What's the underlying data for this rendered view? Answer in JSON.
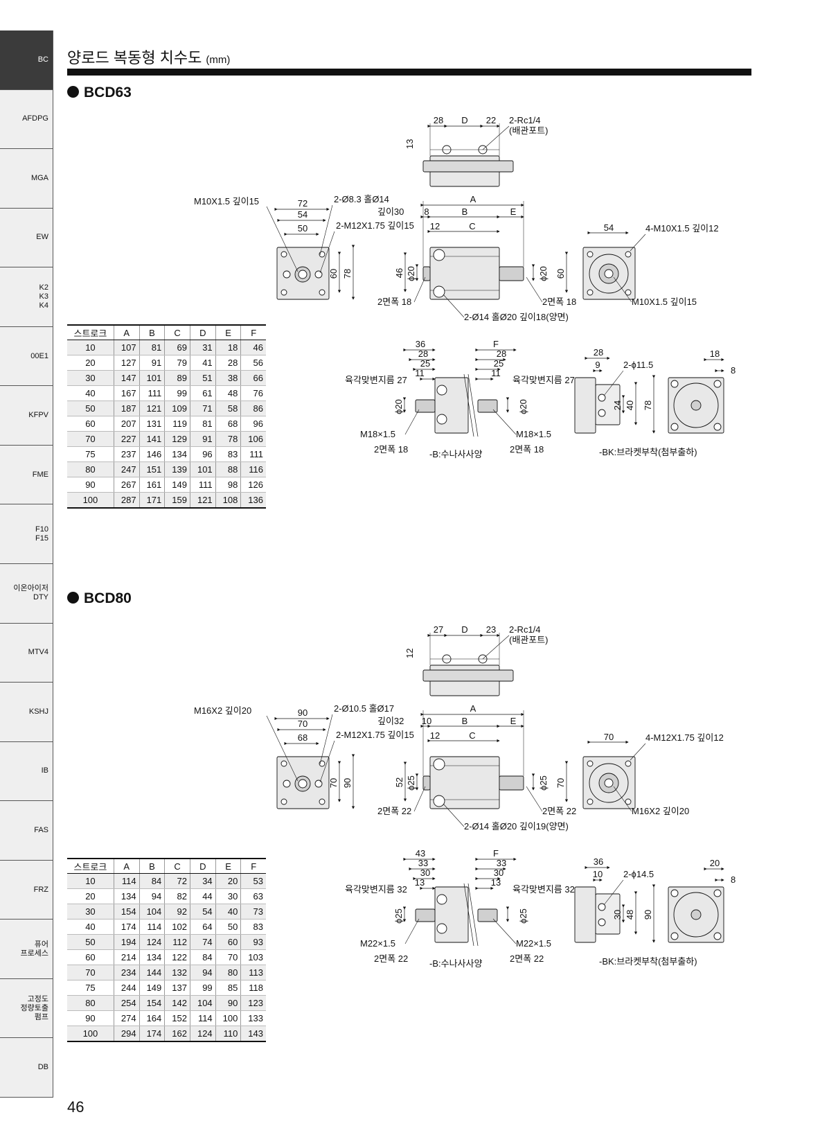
{
  "sidebar": {
    "tabs": [
      {
        "label": "BC",
        "active": true
      },
      {
        "label": "AFDPG"
      },
      {
        "label": "MGA"
      },
      {
        "label": "EW"
      },
      {
        "label": "K2\nK3\nK4"
      },
      {
        "label": "00E1"
      },
      {
        "label": "KFPV"
      },
      {
        "label": "FME"
      },
      {
        "label": "F10\nF15"
      },
      {
        "label": "이온아이저\nDTY"
      },
      {
        "label": "MTV4"
      },
      {
        "label": "KSHJ"
      },
      {
        "label": "IB"
      },
      {
        "label": "FAS"
      },
      {
        "label": "FRZ"
      },
      {
        "label": "퓨어\n프로세스"
      },
      {
        "label": "고정도\n정량토출\n펌프"
      },
      {
        "label": "DB"
      }
    ]
  },
  "header": {
    "title": "양로드 복동형 치수도",
    "unit": "(mm)"
  },
  "sections": [
    {
      "name": "BCD63",
      "table": {
        "headers": [
          "스트로크",
          "A",
          "B",
          "C",
          "D",
          "E",
          "F"
        ],
        "rows": [
          [
            "10",
            "107",
            "81",
            "69",
            "31",
            "18",
            "46"
          ],
          [
            "20",
            "127",
            "91",
            "79",
            "41",
            "28",
            "56"
          ],
          [
            "30",
            "147",
            "101",
            "89",
            "51",
            "38",
            "66"
          ],
          [
            "40",
            "167",
            "111",
            "99",
            "61",
            "48",
            "76"
          ],
          [
            "50",
            "187",
            "121",
            "109",
            "71",
            "58",
            "86"
          ],
          [
            "60",
            "207",
            "131",
            "119",
            "81",
            "68",
            "96"
          ],
          [
            "70",
            "227",
            "141",
            "129",
            "91",
            "78",
            "106"
          ],
          [
            "75",
            "237",
            "146",
            "134",
            "96",
            "83",
            "111"
          ],
          [
            "80",
            "247",
            "151",
            "139",
            "101",
            "88",
            "116"
          ],
          [
            "90",
            "267",
            "161",
            "149",
            "111",
            "98",
            "126"
          ],
          [
            "100",
            "287",
            "171",
            "159",
            "121",
            "108",
            "136"
          ]
        ]
      },
      "labels": {
        "top_28": "28",
        "top_D": "D",
        "top_22": "22",
        "port": "2-Rc1/4",
        "port_note": "(배관포트)",
        "top_13": "13",
        "m_thread": "M10X1.5 깊이15",
        "d72": "72",
        "d54": "54",
        "d50": "50",
        "hole": "2-Ø8.3 홀Ø14",
        "hole_depth": "깊이30",
        "m12": "2-M12X1.75 깊이15",
        "d60": "60",
        "d78": "78",
        "A": "A",
        "d8": "8",
        "B": "B",
        "E": "E",
        "d12": "12",
        "C": "C",
        "d46": "46",
        "phi20a": "ϕ20",
        "phi20b": "ϕ20",
        "d60b": "60",
        "wf18a": "2면폭 18",
        "wf18b": "2면폭 18",
        "bore": "2-Ø14 홀Ø20 깊이18(양면)",
        "r54": "54",
        "m4": "4-M10X1.5 깊이12",
        "m10r": "M10X1.5 깊이15",
        "b36": "36",
        "bF": "F",
        "b28a": "28",
        "b28b": "28",
        "b25a": "25",
        "b25b": "25",
        "b11a": "11",
        "b11b": "11",
        "nut_a": "육각맞변지름 27",
        "nut_b": "육각맞변지름 27",
        "bphi20a": "ϕ20",
        "bphi20b": "ϕ20",
        "m18a": "M18×1.5",
        "m18b": "M18×1.5",
        "bwf18a": "2면폭 18",
        "bwf18b": "2면폭 18",
        "b_caption": "-B:수나사사양",
        "k28": "28",
        "k9": "9",
        "k_hole": "2-ϕ11.5",
        "k18": "18",
        "k8": "8",
        "k24": "24",
        "k40": "40",
        "k78": "78",
        "bk_caption": "-BK:브라켓부착(첨부출하)"
      }
    },
    {
      "name": "BCD80",
      "table": {
        "headers": [
          "스트로크",
          "A",
          "B",
          "C",
          "D",
          "E",
          "F"
        ],
        "rows": [
          [
            "10",
            "114",
            "84",
            "72",
            "34",
            "20",
            "53"
          ],
          [
            "20",
            "134",
            "94",
            "82",
            "44",
            "30",
            "63"
          ],
          [
            "30",
            "154",
            "104",
            "92",
            "54",
            "40",
            "73"
          ],
          [
            "40",
            "174",
            "114",
            "102",
            "64",
            "50",
            "83"
          ],
          [
            "50",
            "194",
            "124",
            "112",
            "74",
            "60",
            "93"
          ],
          [
            "60",
            "214",
            "134",
            "122",
            "84",
            "70",
            "103"
          ],
          [
            "70",
            "234",
            "144",
            "132",
            "94",
            "80",
            "113"
          ],
          [
            "75",
            "244",
            "149",
            "137",
            "99",
            "85",
            "118"
          ],
          [
            "80",
            "254",
            "154",
            "142",
            "104",
            "90",
            "123"
          ],
          [
            "90",
            "274",
            "164",
            "152",
            "114",
            "100",
            "133"
          ],
          [
            "100",
            "294",
            "174",
            "162",
            "124",
            "110",
            "143"
          ]
        ]
      },
      "labels": {
        "top_28": "27",
        "top_D": "D",
        "top_22": "23",
        "port": "2-Rc1/4",
        "port_note": "(배관포트)",
        "top_13": "12",
        "m_thread": "M16X2 깊이20",
        "d72": "90",
        "d54": "70",
        "d50": "68",
        "hole": "2-Ø10.5 홀Ø17",
        "hole_depth": "깊이32",
        "m12": "2-M12X1.75 깊이15",
        "d60": "70",
        "d78": "90",
        "A": "A",
        "d8": "10",
        "B": "B",
        "E": "E",
        "d12": "12",
        "C": "C",
        "d46": "52",
        "phi20a": "ϕ25",
        "phi20b": "ϕ25",
        "d60b": "70",
        "wf18a": "2면폭 22",
        "wf18b": "2면폭 22",
        "bore": "2-Ø14 홀Ø20 깊이19(양면)",
        "r54": "70",
        "m4": "4-M12X1.75 깊이12",
        "m10r": "M16X2 깊이20",
        "b36": "43",
        "bF": "F",
        "b28a": "33",
        "b28b": "33",
        "b25a": "30",
        "b25b": "30",
        "b11a": "13",
        "b11b": "13",
        "nut_a": "육각맞변지름 32",
        "nut_b": "육각맞변지름 32",
        "bphi20a": "ϕ25",
        "bphi20b": "ϕ25",
        "m18a": "M22×1.5",
        "m18b": "M22×1.5",
        "bwf18a": "2면폭 22",
        "bwf18b": "2면폭 22",
        "b_caption": "-B:수나사사양",
        "k28": "36",
        "k9": "10",
        "k_hole": "2-ϕ14.5",
        "k18": "20",
        "k8": "8",
        "k24": "30",
        "k40": "48",
        "k78": "90",
        "bk_caption": "-BK:브라켓부착(첨부출하)"
      }
    }
  ],
  "page_number": "46"
}
